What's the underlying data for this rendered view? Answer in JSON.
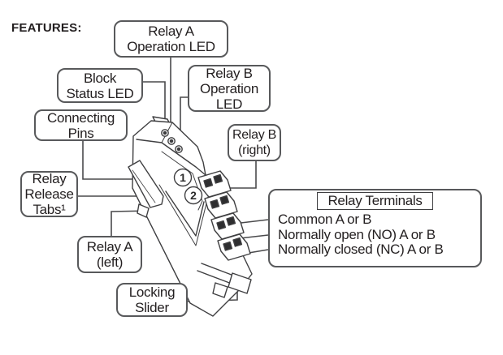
{
  "title": "FEATURES:",
  "device": {
    "markers": [
      "1",
      "2"
    ]
  },
  "callouts": {
    "relay_a_operation_led": {
      "lines": [
        "Relay A",
        "Operation LED"
      ]
    },
    "block_status_led": {
      "lines": [
        "Block",
        "Status LED"
      ]
    },
    "relay_b_operation_led": {
      "lines": [
        "Relay B",
        "Operation",
        "LED"
      ]
    },
    "connecting_pins": {
      "lines": [
        "Connecting",
        "Pins"
      ]
    },
    "relay_b_right": {
      "lines": [
        "Relay B",
        "(right)"
      ]
    },
    "relay_release_tabs": {
      "lines": [
        "Relay",
        "Release",
        "Tabs¹"
      ]
    },
    "relay_a_left": {
      "lines": [
        "Relay A",
        "(left)"
      ]
    },
    "locking_slider": {
      "lines": [
        "Locking",
        "Slider"
      ]
    }
  },
  "terminal_panel": {
    "title": "Relay Terminals",
    "items": [
      "Common A or B",
      "Normally open (NO) A or B",
      "Normally closed (NC) A or B"
    ]
  },
  "colors": {
    "line": "#4a4a4c",
    "border": "#58595b",
    "text": "#231f20",
    "background": "#ffffff"
  }
}
